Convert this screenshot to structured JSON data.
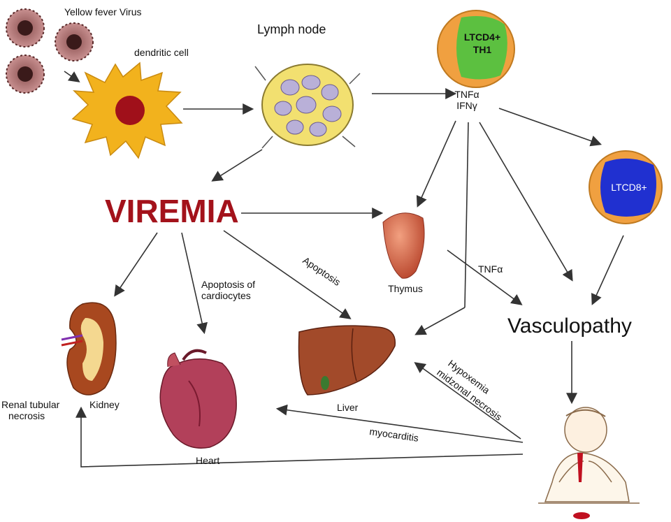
{
  "labels": {
    "virus": "Yellow fever Virus",
    "dendritic": "dendritic cell",
    "lymph": "Lymph node",
    "cd4_line1": "LTCD4+",
    "cd4_line2": "TH1",
    "tnf": "TNFα",
    "ifn": "IFNγ",
    "cd8": "LTCD8+",
    "viremia": "VIREMIA",
    "thymus": "Thymus",
    "tnf2": "TNFα",
    "vasculopathy": "Vasculopathy",
    "apoptosis": "Apoptosis",
    "apoptosis_cardio_1": "Apoptosis of",
    "apoptosis_cardio_2": "cardiocytes",
    "kidney": "Kidney",
    "renal_1": "Renal tubular",
    "renal_2": "necrosis",
    "heart": "Heart",
    "liver": "Liver",
    "hypox_1": "Hypoxemia",
    "hypox_2": "midzonal necrosis",
    "myocarditis": "myocarditis"
  },
  "colors": {
    "viremia": "#a3121b",
    "cell_orange": "#f0a040",
    "cd4_green": "#5cc040",
    "cd8_blue": "#2030d0",
    "dendritic_yellow": "#f2b21d",
    "nucleus": "#a0101a",
    "organ_red": "#c85a3a",
    "blood": "#c01020"
  }
}
